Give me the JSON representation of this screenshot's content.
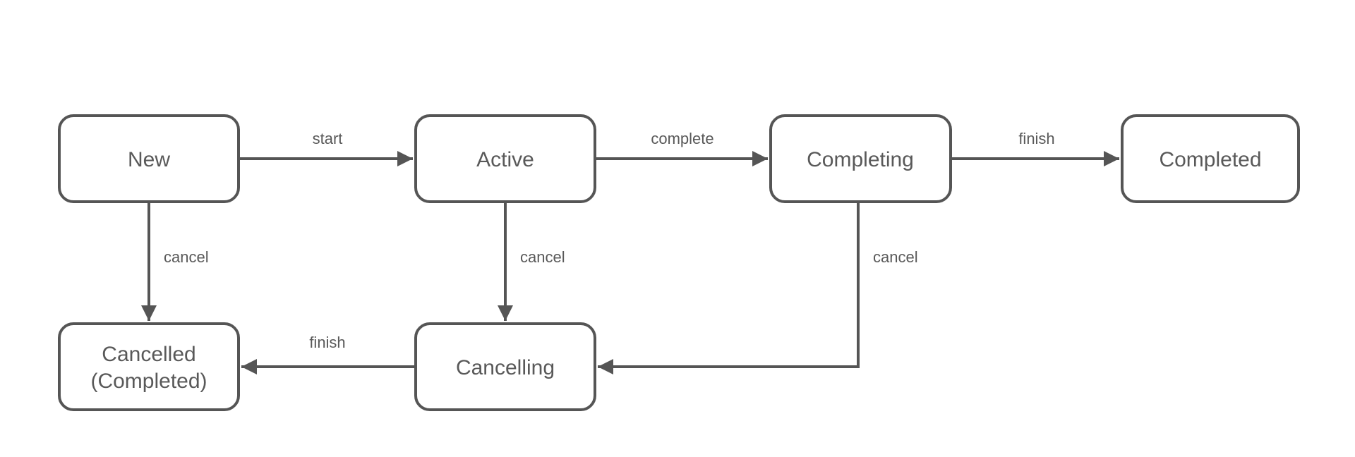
{
  "diagram": {
    "type": "state-machine-flowchart",
    "background": "#ffffff",
    "colors": {
      "node_border": "#555555",
      "node_fill": "#ffffff",
      "arrow": "#555555",
      "text": "#595959"
    },
    "nodes": {
      "new": {
        "label": "New"
      },
      "active": {
        "label": "Active"
      },
      "completing": {
        "label": "Completing"
      },
      "completed": {
        "label": "Completed"
      },
      "cancelled": {
        "label_line1": "Cancelled",
        "label_line2": "(Completed)"
      },
      "cancelling": {
        "label": "Cancelling"
      }
    },
    "edges": {
      "start": {
        "label": "start",
        "from": "New",
        "to": "Active"
      },
      "complete": {
        "label": "complete",
        "from": "Active",
        "to": "Completing"
      },
      "finish_top": {
        "label": "finish",
        "from": "Completing",
        "to": "Completed"
      },
      "cancel_from_new": {
        "label": "cancel",
        "from": "New",
        "to": "Cancelled (Completed)"
      },
      "cancel_from_active": {
        "label": "cancel",
        "from": "Active",
        "to": "Cancelling"
      },
      "cancel_from_completing": {
        "label": "cancel",
        "from": "Completing",
        "to": "Cancelling"
      },
      "finish_bottom": {
        "label": "finish",
        "from": "Cancelling",
        "to": "Cancelled (Completed)"
      }
    }
  }
}
